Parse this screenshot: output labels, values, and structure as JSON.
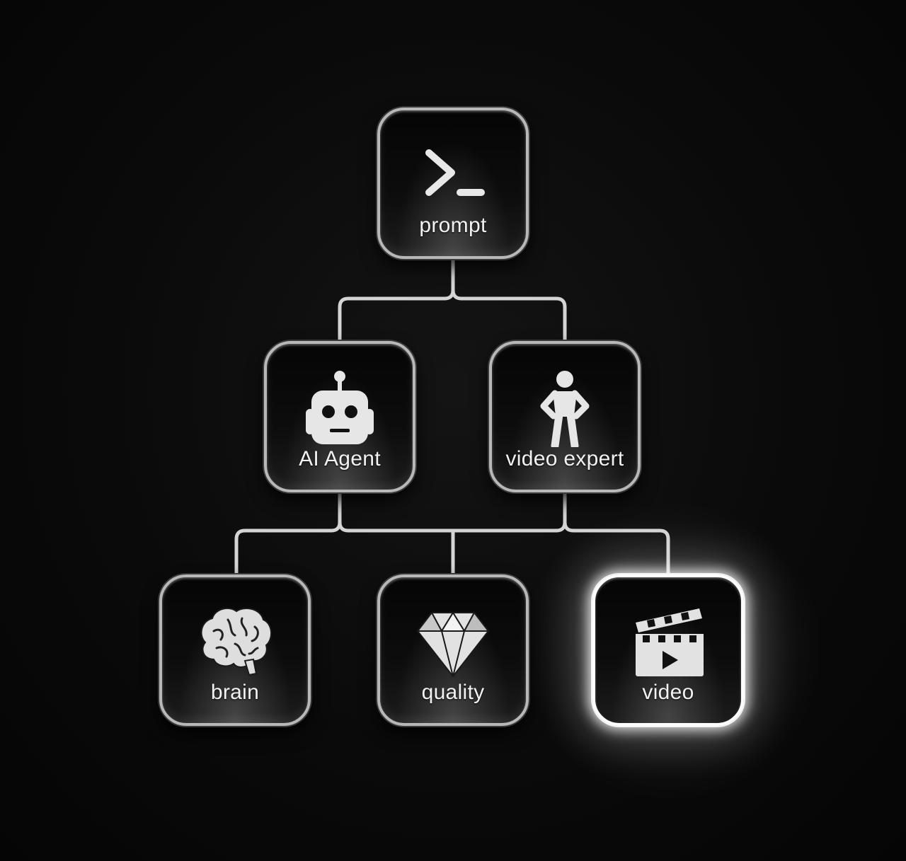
{
  "nodes": {
    "prompt": {
      "label": "prompt",
      "icon": "terminal-prompt-icon"
    },
    "ai_agent": {
      "label": "AI Agent",
      "icon": "robot-icon"
    },
    "video_expert": {
      "label": "video expert",
      "icon": "person-icon"
    },
    "brain": {
      "label": "brain",
      "icon": "brain-icon"
    },
    "quality": {
      "label": "quality",
      "icon": "diamond-icon"
    },
    "video": {
      "label": "video",
      "icon": "clapperboard-icon",
      "highlighted": true
    }
  },
  "edges": [
    {
      "from": "prompt",
      "to": "ai_agent"
    },
    {
      "from": "prompt",
      "to": "video_expert"
    },
    {
      "from": "ai_agent",
      "to": "brain"
    },
    {
      "from": "ai_agent",
      "to": "quality"
    },
    {
      "from": "ai_agent",
      "to": "video"
    },
    {
      "from": "video_expert",
      "to": "brain"
    },
    {
      "from": "video_expert",
      "to": "quality"
    },
    {
      "from": "video_expert",
      "to": "video"
    }
  ],
  "colors": {
    "background": "#070707",
    "metal": "#c8c8c8",
    "highlight_glow": "#ffffff"
  }
}
